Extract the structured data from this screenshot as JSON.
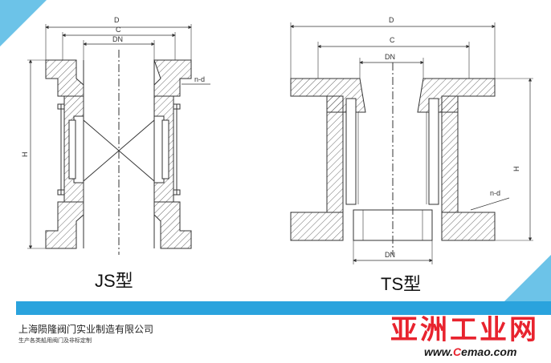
{
  "js_drawing": {
    "dim_D": "D",
    "dim_C": "C",
    "dim_DN": "DN",
    "dim_H": "H",
    "dim_nd": "n-d",
    "caption": "JS型"
  },
  "ts_drawing": {
    "dim_D": "D",
    "dim_C": "C",
    "dim_DN_top": "DN",
    "dim_DN_bottom": "DN",
    "dim_H": "H",
    "dim_nd": "n-d",
    "caption": "TS型"
  },
  "footer": {
    "company_name": "上海陨隆阀门实业制造有限公司",
    "company_subtitle": "生产各类船用阀门及非标定制",
    "logo_text": "亚洲工业网",
    "logo_url_prefix": "www.",
    "logo_url_c": "C",
    "logo_url_rest": "emao.com"
  },
  "colors": {
    "accent_blue": "#2aa3dd",
    "corner_blue": "#6cc3e8",
    "logo_red": "#e8232e",
    "line": "#333333"
  }
}
